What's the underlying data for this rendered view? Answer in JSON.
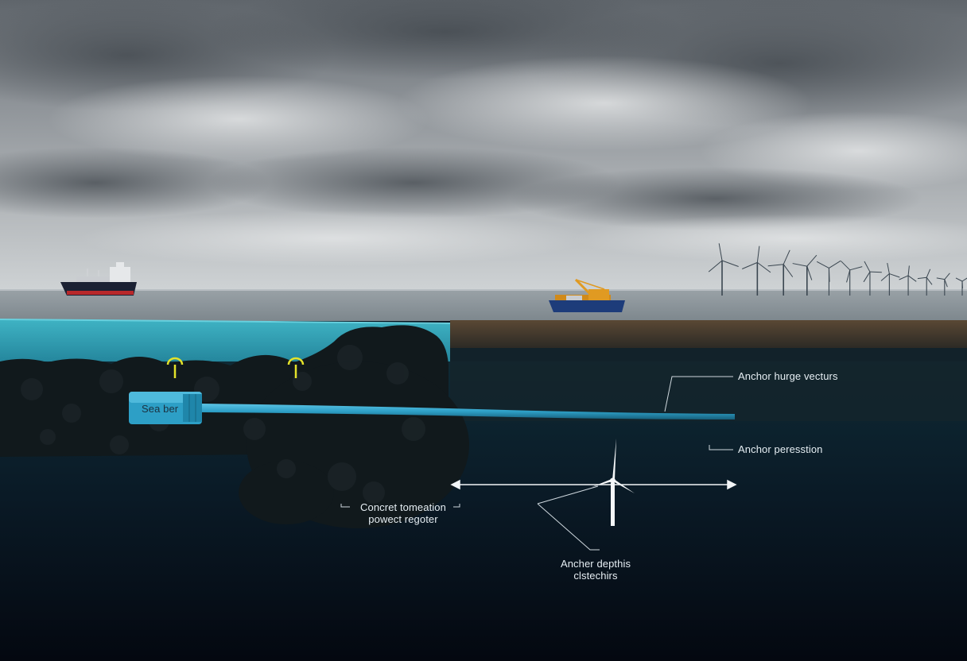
{
  "scene": {
    "colors": {
      "sky_top": "#6f7479",
      "sky_mid": "#a9adb1",
      "horizon": "#c9cdd0",
      "sea_surface": "#8d969c",
      "water_cross_section": "#2f9bb0",
      "sediment_top": "#4e3f2e",
      "seabed_dark": "#0f2530",
      "deep": "#050b14",
      "cable": "#2d9fc6",
      "marker": "#e3e22a",
      "label_text": "#e6eef3"
    },
    "vessels": [
      {
        "name": "cargo-ship",
        "hull_color": "#1b2133",
        "stripe_color": "#b8282a"
      },
      {
        "name": "crane-vessel",
        "hull_color": "#1d3c7a",
        "stripe_color": "#d08a1a"
      }
    ],
    "turbine_row_count": 12
  },
  "labels": {
    "cable_end": "Sea ber",
    "anchor_hinge": "Anchor hurge vecturs",
    "anchor_penetration": "Anchor peresstion",
    "concrete_line1": "Concret tomeation",
    "concrete_line2": "powect regoter",
    "depths_line1": "Ancher depthis",
    "depths_line2": "clstechirs"
  }
}
